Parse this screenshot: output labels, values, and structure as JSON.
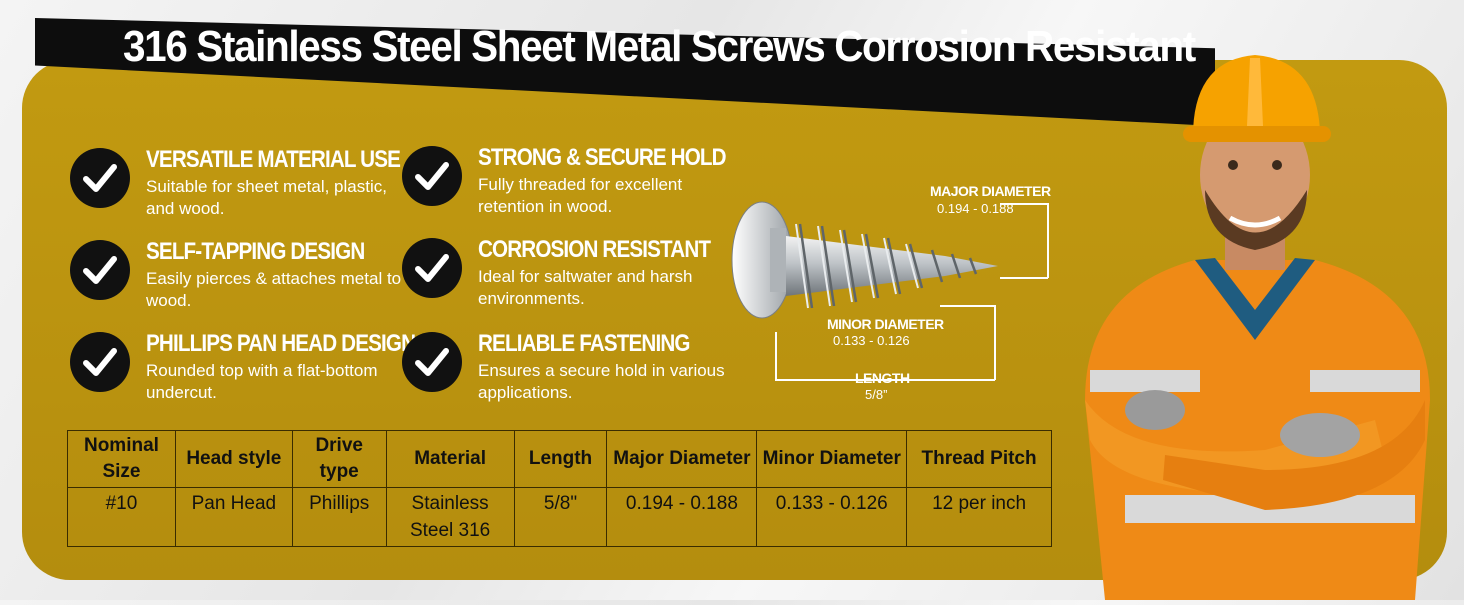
{
  "title": "316 Stainless Steel Sheet Metal Screws Corrosion Resistant",
  "features": [
    {
      "title": "VERSATILE MATERIAL USE",
      "desc": "Suitable for sheet metal, plastic, and wood."
    },
    {
      "title": "SELF-TAPPING DESIGN",
      "desc": "Easily pierces & attaches metal to wood."
    },
    {
      "title": "PHILLIPS PAN HEAD  DESIGN",
      "desc": "Rounded top with a flat-bottom undercut."
    },
    {
      "title": "STRONG & SECURE HOLD",
      "desc": "Fully threaded for excellent retention in wood."
    },
    {
      "title": "CORROSION RESISTANT",
      "desc": "Ideal for saltwater and harsh environments."
    },
    {
      "title": "RELIABLE FASTENING",
      "desc": "Ensures a secure hold in various applications."
    }
  ],
  "diagram": {
    "major_label": "MAJOR DIAMETER",
    "major_value": "0.194 - 0.188",
    "minor_label": "MINOR DIAMETER",
    "minor_value": "0.133 - 0.126",
    "length_label": "LENGTH",
    "length_value": "5/8”"
  },
  "table": {
    "headers": [
      "Nominal Size",
      "Head style",
      "Drive type",
      "Material",
      "Length",
      "Major Diameter",
      "Minor Diameter",
      "Thread Pitch"
    ],
    "row": [
      "#10",
      "Pan Head",
      "Phillips",
      "Stainless Steel 316",
      "5/8\"",
      "0.194 - 0.188",
      "0.133 - 0.126",
      "12 per inch"
    ]
  },
  "colors": {
    "panel": "#b8900f",
    "title_bar": "#0d0d0d",
    "jacket": "#f08a14"
  }
}
